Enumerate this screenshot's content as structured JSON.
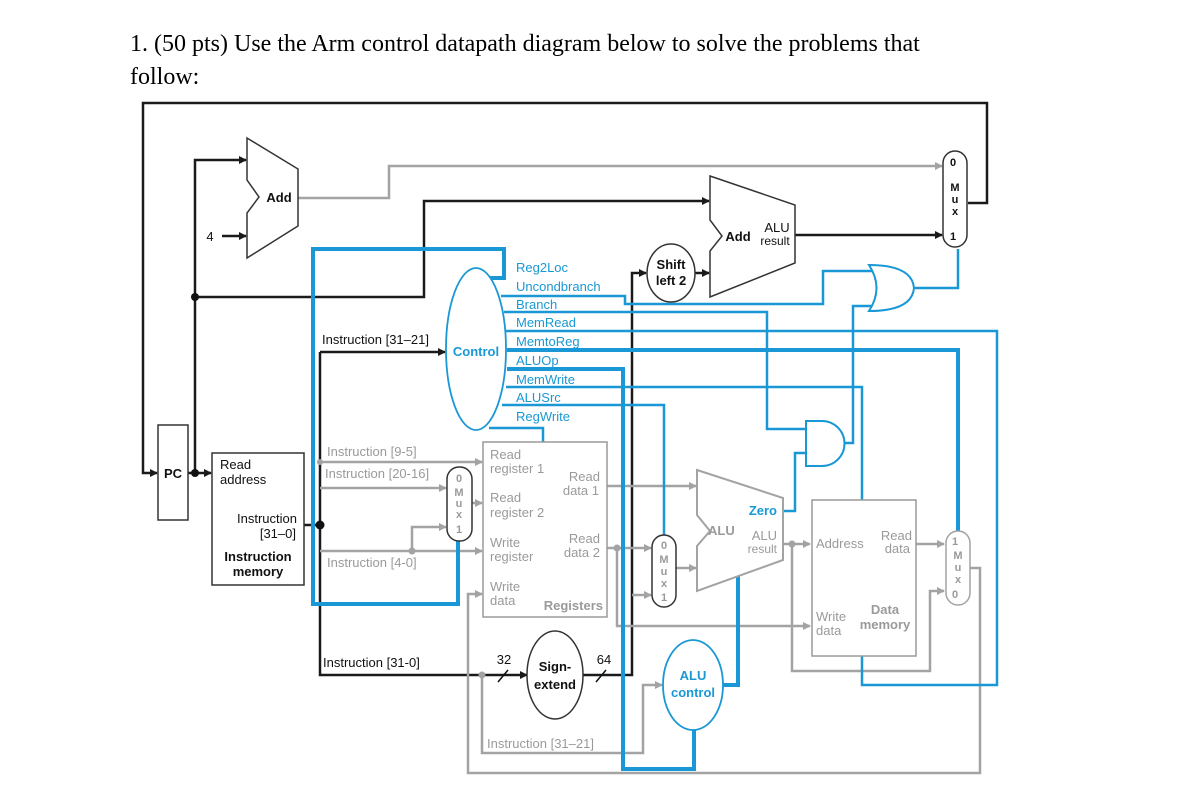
{
  "question": {
    "line1": "1. (50 pts) Use the Arm control datapath diagram below to solve the problems that",
    "line2": "follow:"
  },
  "colors": {
    "control": "#1a98d5",
    "datapath_active": "#1a1a1a",
    "datapath_inactive": "#a3a3a3"
  },
  "diagram": {
    "pc": "PC",
    "pc_adder": {
      "label": "Add",
      "constant": "4"
    },
    "branch_adder": {
      "label": "Add",
      "result1": "ALU",
      "result2": "result"
    },
    "shift": {
      "line1": "Shift",
      "line2": "left 2"
    },
    "control": {
      "label": "Control",
      "signals": [
        "Reg2Loc",
        "Uncondbranch",
        "Branch",
        "MemRead",
        "MemtoReg",
        "ALUOp",
        "MemWrite",
        "ALUSrc",
        "RegWrite"
      ]
    },
    "instruction_memory": {
      "read_address1": "Read",
      "read_address2": "address",
      "instruction1": "Instruction",
      "instruction2": "[31–0]",
      "title1": "Instruction",
      "title2": "memory"
    },
    "fields": {
      "i31_21": "Instruction [31–21]",
      "i9_5": "Instruction [9-5]",
      "i20_16": "Instruction [20-16]",
      "i4_0": "Instruction [4-0]",
      "i31_0": "Instruction [31-0]",
      "i31_21_alu": "Instruction [31–21]"
    },
    "registers": {
      "rr1a": "Read",
      "rr1b": "register 1",
      "rr2a": "Read",
      "rr2b": "register 2",
      "wra": "Write",
      "wrb": "register",
      "wda": "Write",
      "wdb": "data",
      "rd1a": "Read",
      "rd1b": "data 1",
      "rd2a": "Read",
      "rd2b": "data 2",
      "title": "Registers"
    },
    "sign_extend": {
      "line1": "Sign-",
      "line2": "extend",
      "in_width": "32",
      "out_width": "64"
    },
    "alu": {
      "label": "ALU",
      "zero": "Zero",
      "result1": "ALU",
      "result2": "result"
    },
    "alu_control": {
      "line1": "ALU",
      "line2": "control"
    },
    "data_memory": {
      "address": "Address",
      "rd1": "Read",
      "rd2": "data",
      "wd1": "Write",
      "wd2": "data",
      "title1": "Data",
      "title2": "memory"
    },
    "mux": {
      "m": "M",
      "u": "u",
      "x": "x",
      "zero": "0",
      "one": "1"
    }
  }
}
